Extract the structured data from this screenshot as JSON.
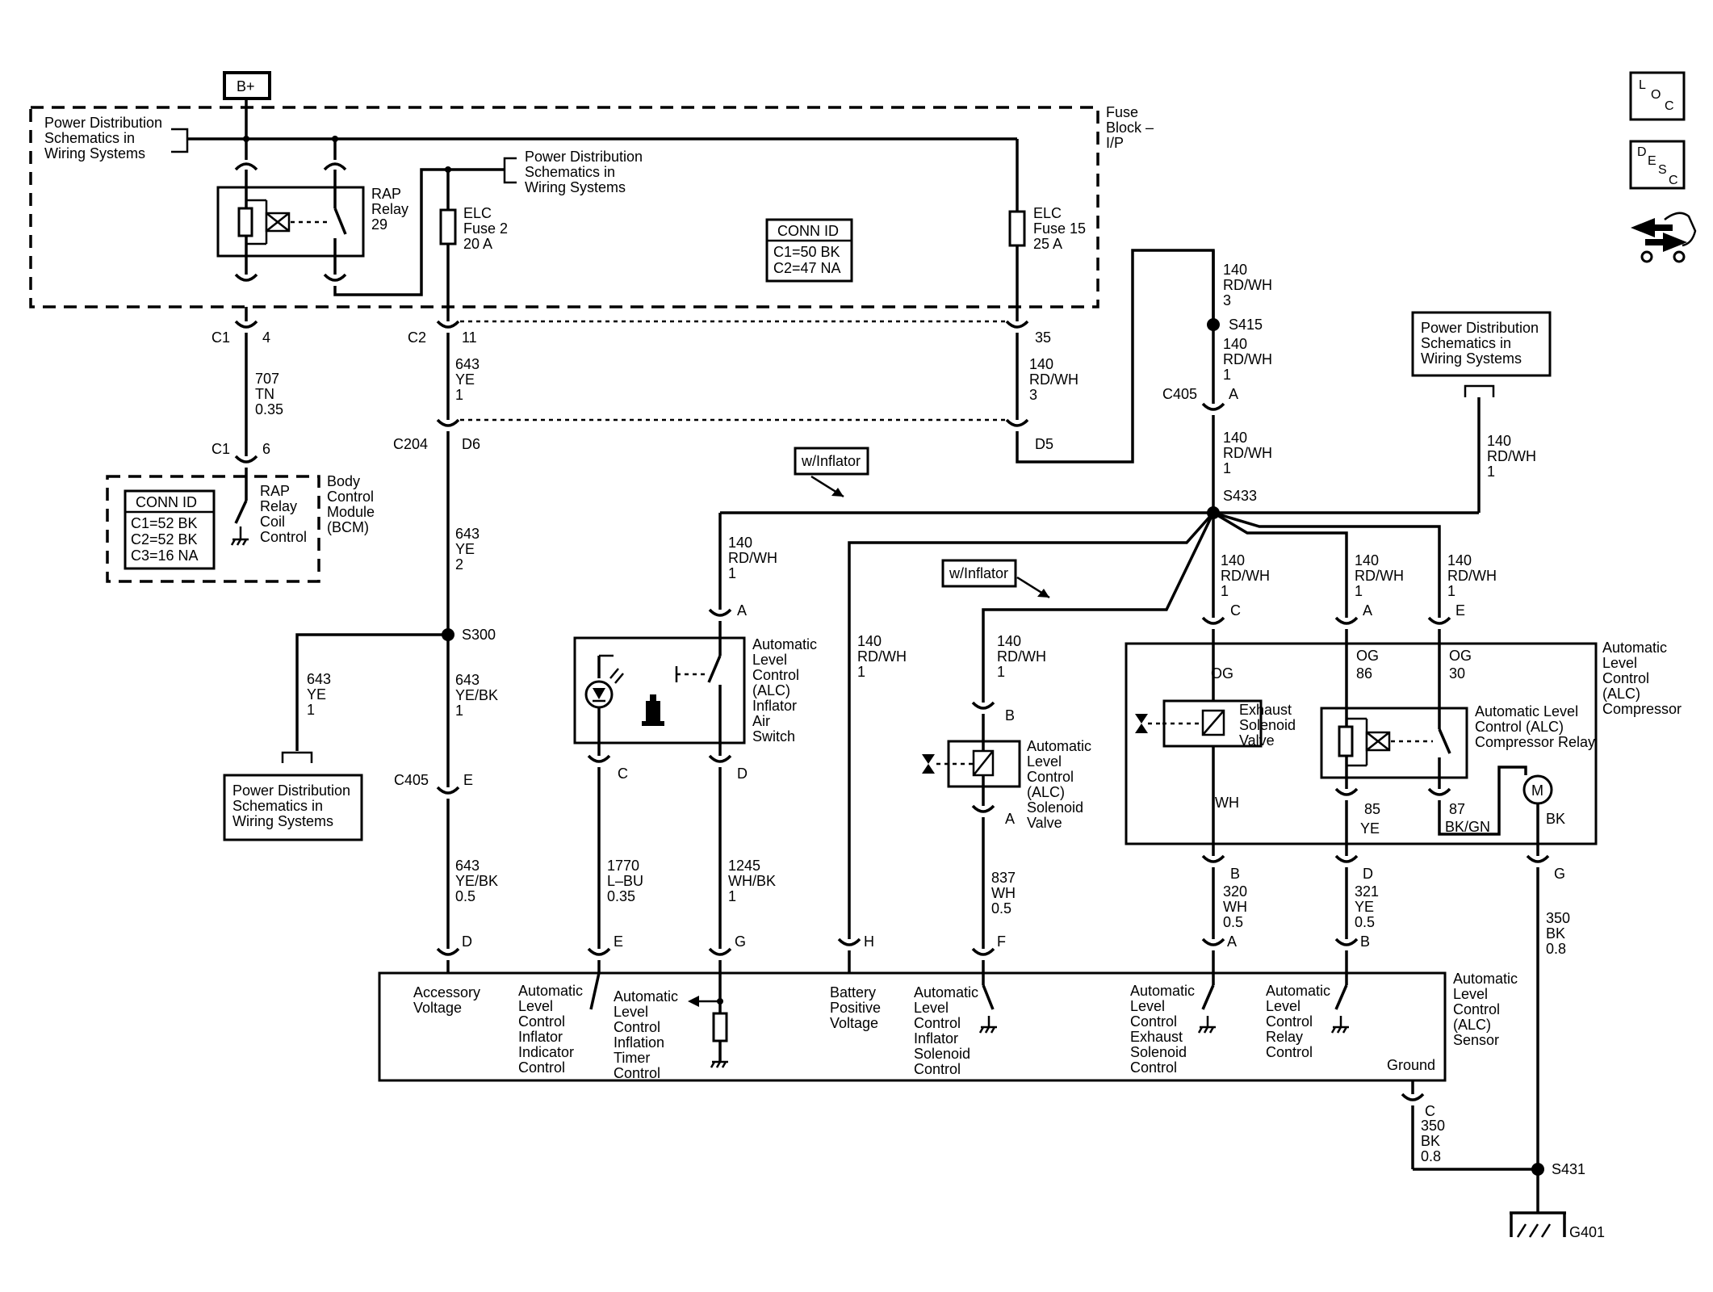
{
  "side_icons": [
    {
      "icon": "loc-icon",
      "letters": [
        "L",
        "O",
        "C"
      ]
    },
    {
      "icon": "desc-icon",
      "letters": [
        "D",
        "E",
        "S",
        "C"
      ]
    },
    {
      "icon": "vehicle-arrows-icon"
    }
  ],
  "labels": {
    "bplus": "B+",
    "pd_top_left": [
      "Power Distribution",
      "Schematics in",
      "Wiring Systems"
    ],
    "pd_top_mid": [
      "Power Distribution",
      "Schematics in",
      "Wiring Systems"
    ],
    "pd_right": [
      "Power Distribution",
      "Schematics in",
      "Wiring Systems"
    ],
    "pd_lower_left": [
      "Power Distribution",
      "Schematics in",
      "Wiring Systems"
    ],
    "fuse_block": [
      "Fuse",
      "Block –",
      "I/P"
    ],
    "rap_relay": [
      "RAP",
      "Relay",
      "29"
    ],
    "elc_fuse2": [
      "ELC",
      "Fuse 2",
      "20 A"
    ],
    "elc_fuse15": [
      "ELC",
      "Fuse 15",
      "25 A"
    ],
    "conn_id_title": "CONN ID",
    "conn_id_fuse": [
      "C1=50 BK",
      "C2=47 NA"
    ],
    "conn_id_bcm": [
      "C1=52 BK",
      "C2=52 BK",
      "C3=16 NA"
    ],
    "bcm_rap": [
      "RAP",
      "Relay",
      "Coil",
      "Control"
    ],
    "bcm_name": [
      "Body",
      "Control",
      "Module",
      "(BCM)"
    ],
    "c1_4": [
      "C1",
      "4"
    ],
    "c2_11": [
      "C2",
      "11"
    ],
    "pin_35": "35",
    "wire_707": [
      "707",
      "TN",
      "0.35"
    ],
    "c1_6": [
      "C1",
      "6"
    ],
    "wire_643_ye_1": [
      "643",
      "YE",
      "1"
    ],
    "wire_140_3_left": [
      "140",
      "RD/WH",
      "3"
    ],
    "c204": "C204",
    "pin_d6": "D6",
    "pin_d5": "D5",
    "wire_643_ye_2": [
      "643",
      "YE",
      "2"
    ],
    "s300": "S300",
    "wire_643_ye_1b": [
      "643",
      "YE",
      "1"
    ],
    "wire_643_yebk_1": [
      "643",
      "YE/BK",
      "1"
    ],
    "c405_e": [
      "C405",
      "E"
    ],
    "wire_643_yebk_05": [
      "643",
      "YE/BK",
      "0.5"
    ],
    "wire_140_3_top": [
      "140",
      "RD/WH",
      "3"
    ],
    "s415": "S415",
    "wire_140_1_a": [
      "140",
      "RD/WH",
      "1"
    ],
    "c405_a": [
      "C405",
      "A"
    ],
    "wire_140_1_b": [
      "140",
      "RD/WH",
      "1"
    ],
    "s433": "S433",
    "w_inflator": "w/Inflator",
    "wire_140_1_pd": [
      "140",
      "RD/WH",
      "1"
    ],
    "wire_140_1_switch": [
      "140",
      "RD/WH",
      "1"
    ],
    "wire_140_1_batt": [
      "140",
      "RD/WH",
      "1"
    ],
    "wire_140_1_sol": [
      "140",
      "RD/WH",
      "1"
    ],
    "wire_140_1_c": [
      "140",
      "RD/WH",
      "1"
    ],
    "wire_140_1_a2": [
      "140",
      "RD/WH",
      "1"
    ],
    "wire_140_1_e": [
      "140",
      "RD/WH",
      "1"
    ],
    "inflator_switch": [
      "Automatic",
      "Level",
      "Control",
      "(ALC)",
      "Inflator",
      "Air",
      "Switch"
    ],
    "inflator_solenoid": [
      "Automatic",
      "Level",
      "Control",
      "(ALC)",
      "Solenoid",
      "Valve"
    ],
    "exhaust_valve": [
      "Exhaust",
      "Solenoid",
      "Valve"
    ],
    "compressor_relay": [
      "Automatic Level",
      "Control (ALC)",
      "Compressor Relay"
    ],
    "compressor": [
      "Automatic",
      "Level",
      "Control",
      "(ALC)",
      "Compressor"
    ],
    "sensor": [
      "Automatic",
      "Level",
      "Control",
      "(ALC)",
      "Sensor"
    ],
    "pin_og_c": "OG",
    "pin_og_86": [
      "OG",
      "86"
    ],
    "pin_og_30": [
      "OG",
      "30"
    ],
    "wh": "WH",
    "ye_85": [
      "85",
      "YE"
    ],
    "bkgn_87": [
      "87",
      "BK/GN"
    ],
    "bk": "BK",
    "motor": "M",
    "wire_1770": [
      "1770",
      "L–BU",
      "0.35"
    ],
    "wire_1245": [
      "1245",
      "WH/BK",
      "1"
    ],
    "wire_837": [
      "837",
      "WH",
      "0.5"
    ],
    "wire_320": [
      "320",
      "WH",
      "0.5"
    ],
    "wire_321": [
      "321",
      "YE",
      "0.5"
    ],
    "wire_350_top": [
      "350",
      "BK",
      "0.8"
    ],
    "wire_350_bot": [
      "350",
      "BK",
      "0.8"
    ],
    "s431": "S431",
    "g401": "G401",
    "sensor_accessory": [
      "Accessory",
      "Voltage"
    ],
    "sensor_indicator": [
      "Automatic",
      "Level",
      "Control",
      "Inflator",
      "Indicator",
      "Control"
    ],
    "sensor_timer": [
      "Automatic",
      "Level",
      "Control",
      "Inflation",
      "Timer",
      "Control"
    ],
    "sensor_battery": [
      "Battery",
      "Positive",
      "Voltage"
    ],
    "sensor_inflator_sol": [
      "Automatic",
      "Level",
      "Control",
      "Inflator",
      "Solenoid",
      "Control"
    ],
    "sensor_exhaust": [
      "Automatic",
      "Level",
      "Control",
      "Exhaust",
      "Solenoid",
      "Control"
    ],
    "sensor_relay": [
      "Automatic",
      "Level",
      "Control",
      "Relay",
      "Control"
    ],
    "ground": "Ground",
    "pins": {
      "A": "A",
      "B": "B",
      "C": "C",
      "D": "D",
      "E": "E",
      "F": "F",
      "G": "G",
      "H": "H"
    }
  }
}
